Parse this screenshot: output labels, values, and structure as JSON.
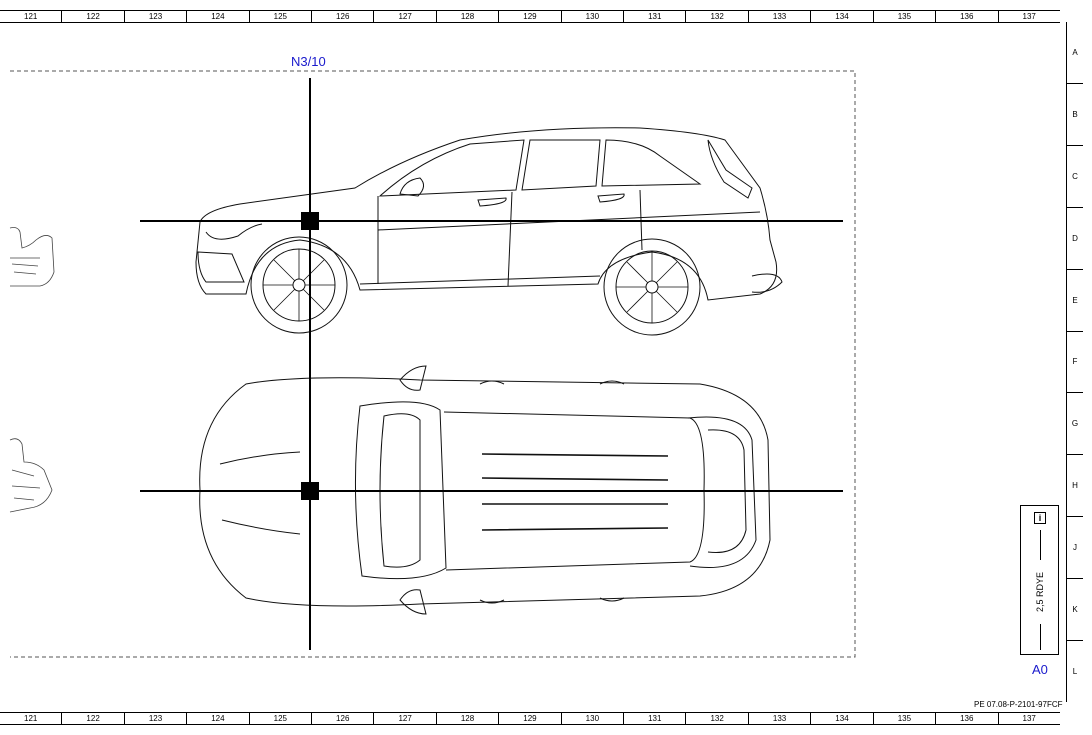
{
  "diagram": {
    "column_labels": [
      "121",
      "122",
      "123",
      "124",
      "125",
      "126",
      "127",
      "128",
      "129",
      "130",
      "131",
      "132",
      "133",
      "134",
      "135",
      "136",
      "137"
    ],
    "row_labels": [
      "A",
      "B",
      "C",
      "D",
      "E",
      "F",
      "G",
      "H",
      "J",
      "K",
      "L"
    ],
    "component_location": {
      "label": "N3/10",
      "marker_color": "#000000",
      "label_color": "#1a1acc"
    },
    "connector_box": {
      "info_icon": "info-icon",
      "wire_spec": "2,5 RDYE",
      "label": "A0"
    },
    "document_reference": "PE 07.08-P-2101-97FCF"
  }
}
